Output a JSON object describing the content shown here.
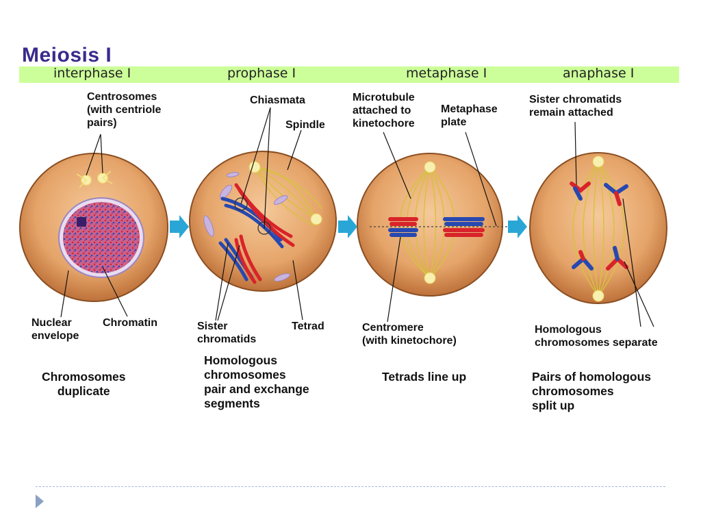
{
  "title": "Meiosis I",
  "stages": [
    "interphase I",
    "prophase I",
    "metaphase I",
    "anaphase I"
  ],
  "labels": {
    "centrosomes": [
      "Centrosomes",
      "(with centriole",
      "pairs)"
    ],
    "nuclear_envelope": [
      "Nuclear",
      "envelope"
    ],
    "chromatin": "Chromatin",
    "chiasmata": "Chiasmata",
    "spindle": "Spindle",
    "sister_chromatids": [
      "Sister",
      "chromatids"
    ],
    "tetrad": "Tetrad",
    "microtubule": [
      "Microtubule",
      "attached to",
      "kinetochore"
    ],
    "metaphase_plate": [
      "Metaphase",
      "plate"
    ],
    "centromere": [
      "Centromere",
      "(with kinetochore)"
    ],
    "sister_remain": [
      "Sister chromatids",
      "remain attached"
    ],
    "homologous_separate": [
      "Homologous",
      "chromosomes separate"
    ]
  },
  "captions": {
    "interphase": [
      "Chromosomes",
      "duplicate"
    ],
    "prophase": [
      "Homologous",
      "chromosomes",
      "pair and exchange",
      "segments"
    ],
    "metaphase": [
      "Tetrads line up"
    ],
    "anaphase": [
      "Pairs of homologous",
      "chromosomes",
      "split up"
    ]
  },
  "colors": {
    "title": "#3b2a8c",
    "stage_band": "#ccff99",
    "cell_fill": "#e09a5e",
    "arrow": "#29a6d6",
    "chromosome_red": "#d8232a",
    "chromosome_blue": "#2748b0"
  }
}
